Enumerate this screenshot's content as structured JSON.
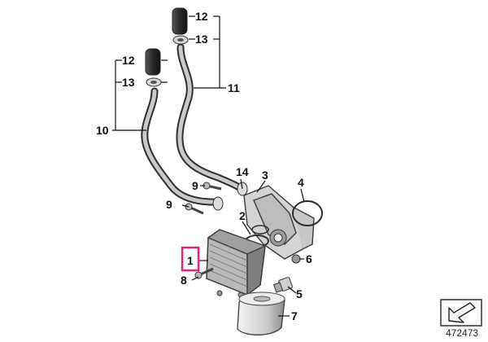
{
  "diagram": {
    "reference_number": "472473",
    "highlighted_callout": "1",
    "colors": {
      "highlight": "#e0257a",
      "ink": "#111111"
    },
    "callouts": [
      {
        "id": "12a",
        "label": "12"
      },
      {
        "id": "13a",
        "label": "13"
      },
      {
        "id": "12b",
        "label": "12"
      },
      {
        "id": "13b",
        "label": "13"
      },
      {
        "id": "11",
        "label": "11"
      },
      {
        "id": "10",
        "label": "10"
      },
      {
        "id": "14",
        "label": "14"
      },
      {
        "id": "3",
        "label": "3"
      },
      {
        "id": "4",
        "label": "4"
      },
      {
        "id": "9a",
        "label": "9"
      },
      {
        "id": "9b",
        "label": "9"
      },
      {
        "id": "2",
        "label": "2"
      },
      {
        "id": "1",
        "label": "1"
      },
      {
        "id": "8",
        "label": "8"
      },
      {
        "id": "6",
        "label": "6"
      },
      {
        "id": "5",
        "label": "5"
      },
      {
        "id": "7",
        "label": "7"
      }
    ]
  }
}
